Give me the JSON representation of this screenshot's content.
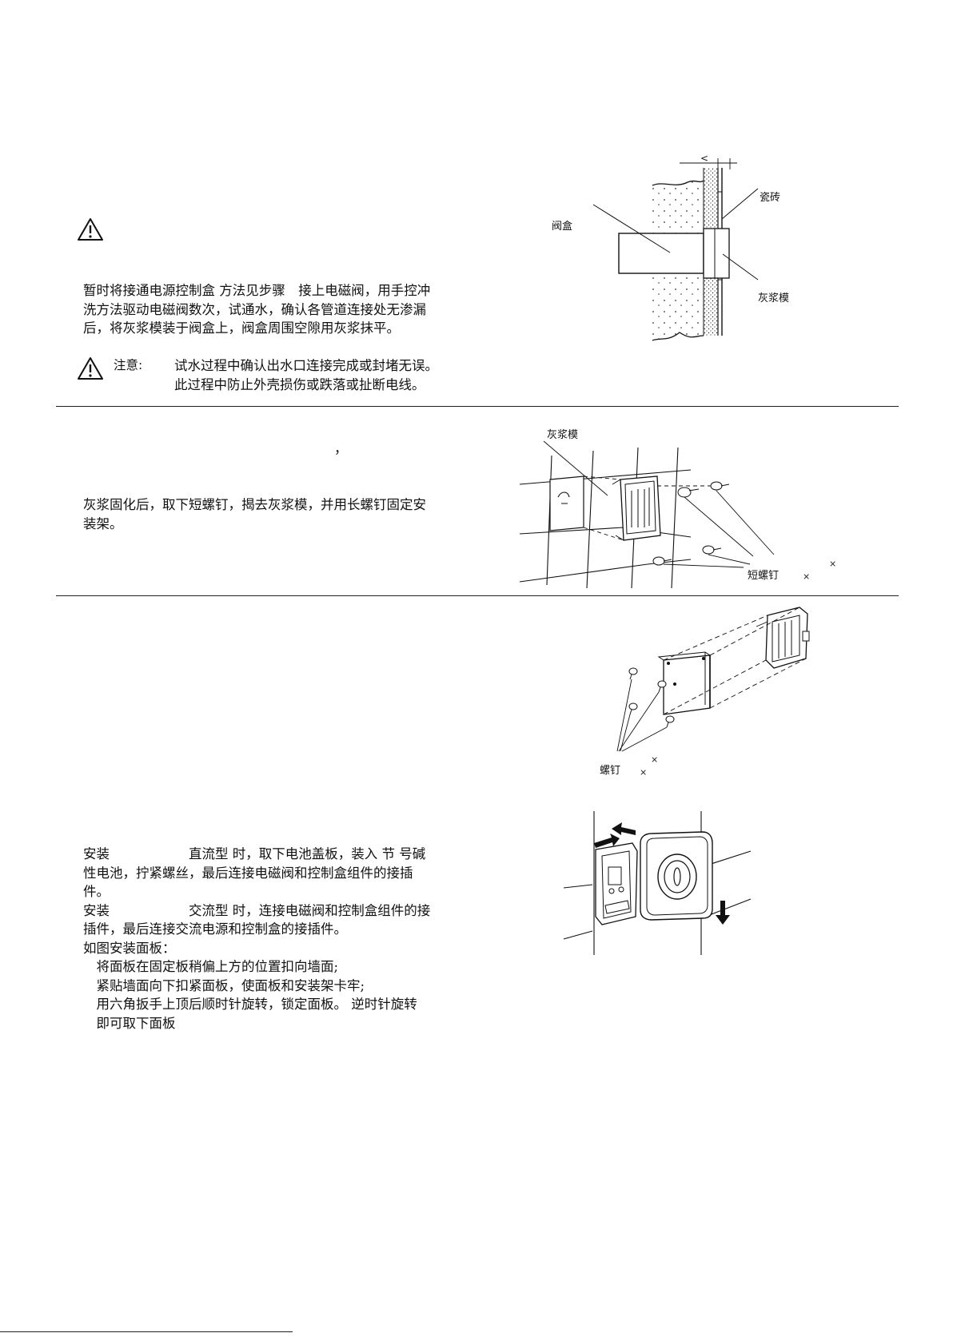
{
  "section1": {
    "main_text": [
      "暂时将接通电源控制盒 方法见步骤　接上电磁阀，用手控冲",
      "洗方法驱动电磁阀数次，试通水，确认各管道连接处无渗漏",
      "后，将灰浆模装于阀盒上，阀盒周围空隙用灰浆抹平。"
    ],
    "notice_label": "注意:",
    "notice_text": [
      "试水过程中确认出水口连接完成或封堵无误。",
      "此过程中防止外壳损伤或跌落或扯断电线。"
    ],
    "figure": {
      "label_valve_box": "阀盒",
      "label_tile": "瓷砖",
      "label_mortar_mold": "灰浆模",
      "top_mark": "<"
    }
  },
  "section2": {
    "comma": "，",
    "main_text": [
      "灰浆固化后，取下短螺钉，揭去灰浆模，并用长螺钉固定安",
      "装架。"
    ],
    "figure": {
      "label_mortar_mold": "灰浆模",
      "label_short_screw": "短螺钉",
      "mark_x1": "×",
      "mark_x2": "×"
    }
  },
  "section3": {
    "figure1": {
      "label_screw": "螺钉",
      "mark_x1": "×",
      "mark_x2": "×"
    },
    "main_text": [
      "安装　　　　　　直流型 时，取下电池盖板，装入 节 号碱",
      "性电池，拧紧螺丝，最后连接电磁阀和控制盒组件的接插",
      "件。",
      "安装　　　　　　交流型 时，连接电磁阀和控制盒组件的接",
      "插件，最后连接交流电源和控制盒的接插件。",
      "如图安装面板：",
      "　将面板在固定板稍偏上方的位置扣向墙面;",
      "　紧贴墙面向下扣紧面板，使面板和安装架卡牢;",
      "　用六角扳手上顶后顺时针旋转，锁定面板。 逆时针旋转",
      "　即可取下面板"
    ]
  }
}
